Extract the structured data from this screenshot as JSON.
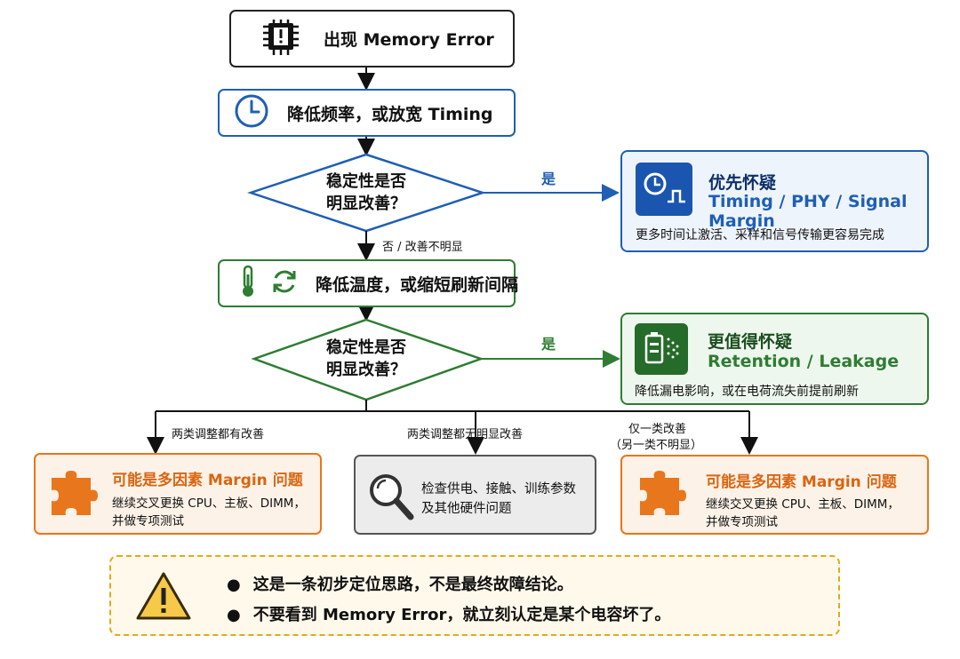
{
  "start": {
    "label": "出现 Memory Error"
  },
  "step1": {
    "label": "降低频率，或放宽 Timing"
  },
  "decision1": {
    "line1": "稳定性是否",
    "line2": "明显改善？",
    "yes": "是",
    "no": "否 / 改善不明显"
  },
  "result_timing": {
    "title1": "优先怀疑",
    "title2": "Timing / PHY / Signal Margin",
    "desc": "更多时间让激活、采样和信号传输更容易完成"
  },
  "step2": {
    "label": "降低温度，或缩短刷新间隔"
  },
  "decision2": {
    "line1": "稳定性是否",
    "line2": "明显改善？",
    "yes": "是"
  },
  "result_retention": {
    "title1": "更值得怀疑",
    "title2": "Retention / Leakage",
    "desc": "降低漏电影响，或在电荷流失前提前刷新"
  },
  "branches": {
    "left": "两类调整都有改善",
    "middle": "两类调整都无明显改善",
    "right_line1": "仅一类改善",
    "right_line2": "（另一类不明显）"
  },
  "outcome_left": {
    "title": "可能是多因素 Margin 问题",
    "line1": "继续交叉更换 CPU、主板、DIMM，",
    "line2": "并做专项测试"
  },
  "outcome_middle": {
    "line1": "检查供电、接触、训练参数",
    "line2": "及其他硬件问题"
  },
  "outcome_right": {
    "title": "可能是多因素 Margin 问题",
    "line1": "继续交叉更换 CPU、主板、DIMM，",
    "line2": "并做专项测试"
  },
  "note": {
    "items": [
      "这是一条初步定位思路，不是最终故障结论。",
      "不要看到 Memory Error，就立刻认定是某个电容坏了。"
    ]
  },
  "colors": {
    "blue": "#1f5fb4",
    "green": "#2e7d32",
    "orange": "#e8761c",
    "gray": "#555555",
    "note_border": "#e6a817",
    "note_bg": "#fff9ec"
  },
  "icons": [
    "chip-error-icon",
    "clock-icon",
    "clock-signal-icon",
    "thermometer-icon",
    "refresh-icon",
    "battery-leak-icon",
    "puzzle-icon",
    "magnifier-icon",
    "warning-icon"
  ]
}
